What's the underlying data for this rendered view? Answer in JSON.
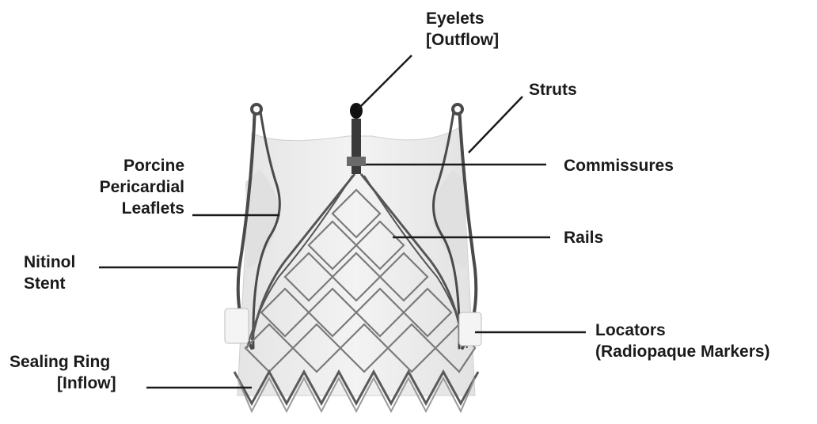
{
  "labels": {
    "eyelets": {
      "line1": "Eyelets",
      "line2": "[Outflow]"
    },
    "struts": "Struts",
    "commissures": "Commissures",
    "leaflets": {
      "line1": "Porcine",
      "line2": "Pericardial",
      "line3": "Leaflets"
    },
    "rails": "Rails",
    "stent": {
      "line1": "Nitinol",
      "line2": "Stent"
    },
    "locators": {
      "line1": "Locators",
      "line2": "(Radiopaque Markers)"
    },
    "sealing_ring": {
      "line1": "Sealing Ring",
      "line2": "[Inflow]"
    }
  },
  "colors": {
    "background": "#ffffff",
    "text": "#1a1a1a",
    "leader_line": "#1a1a1a",
    "tissue": "#ececec",
    "metal": "#4a4a4a"
  }
}
